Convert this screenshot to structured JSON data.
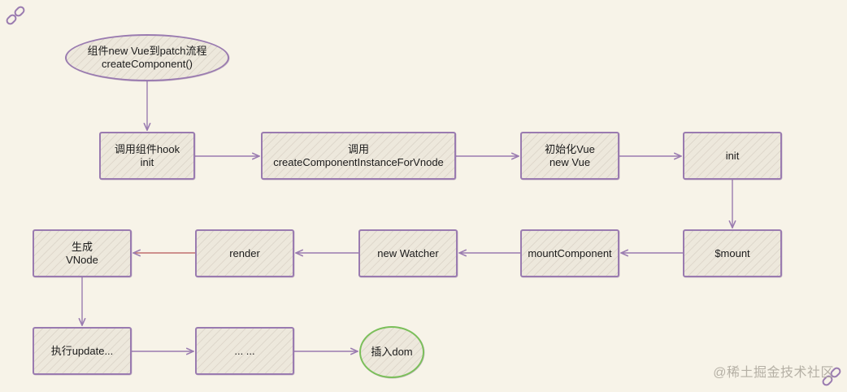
{
  "diagram": {
    "colors": {
      "node_border": "#9a7bb0",
      "node_fill": "#ede8dc",
      "end_border": "#7bbf5a",
      "arrow": "#9a7bb0",
      "arrow_alt": "#c06f6f",
      "background": "#f7f3e8"
    },
    "nodes": {
      "start": "组件new Vue到patch流程\ncreateComponent()",
      "hook_init": "调用组件hook\ninit",
      "create_instance": "调用\ncreateComponentInstanceForVnode",
      "init_vue": "初始化Vue\nnew Vue",
      "init": "init",
      "mount": "$mount",
      "mount_component": "mountComponent",
      "new_watcher": "new Watcher",
      "render": "render",
      "gen_vnode": "生成\nVNode",
      "update": "执行update...",
      "ellipsis": "... ...",
      "insert_dom": "插入dom"
    },
    "watermark": "@稀土掘金技术社区",
    "corner_icons": [
      "link-icon",
      "link-icon"
    ]
  }
}
